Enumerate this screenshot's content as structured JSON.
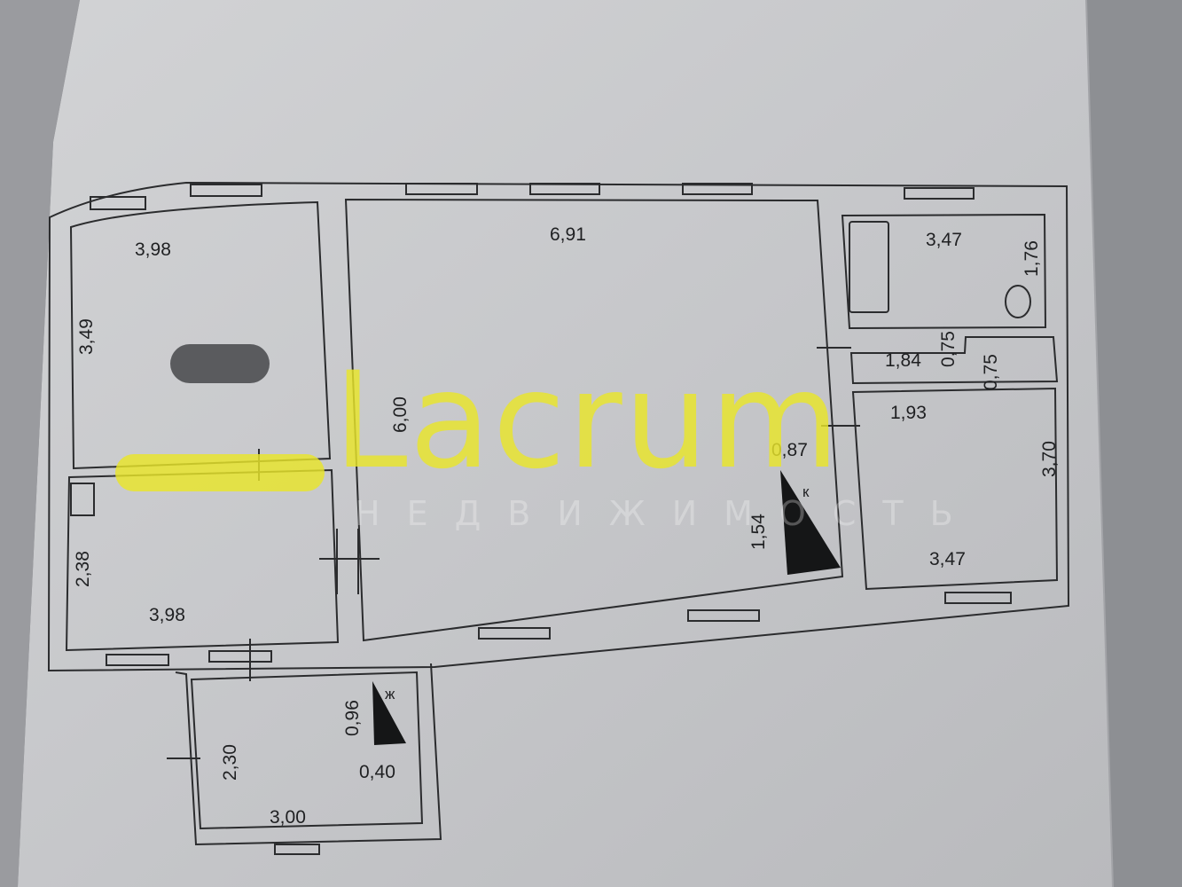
{
  "plan": {
    "rooms": [
      {
        "id": "room-top-left",
        "width": "3,98",
        "height": "3,49"
      },
      {
        "id": "room-bottom-left",
        "width": "3,98",
        "height": "2,38"
      },
      {
        "id": "room-living",
        "width": "6,91",
        "height": "6,00"
      },
      {
        "id": "room-bath",
        "width": "3,47",
        "height": "1,76"
      },
      {
        "id": "room-corridor",
        "width": "1,84",
        "height": "0,75"
      },
      {
        "id": "room-corridor-2",
        "width": "1,93",
        "height": "0,75"
      },
      {
        "id": "room-right",
        "width": "3,47",
        "height": "3,70"
      },
      {
        "id": "room-porch",
        "width": "3,00",
        "height": "2,30"
      }
    ],
    "stairs": [
      {
        "id": "stair-k",
        "mark": "к",
        "width": "0,87",
        "length": "1,54"
      },
      {
        "id": "stair-zh",
        "mark": "ж",
        "width": "0,40",
        "length": "0,96"
      }
    ]
  },
  "watermark": {
    "brand": "Lacrum",
    "tagline": "НЕДВИЖИМОСТЬ",
    "brand_color": "#e9e52a"
  }
}
